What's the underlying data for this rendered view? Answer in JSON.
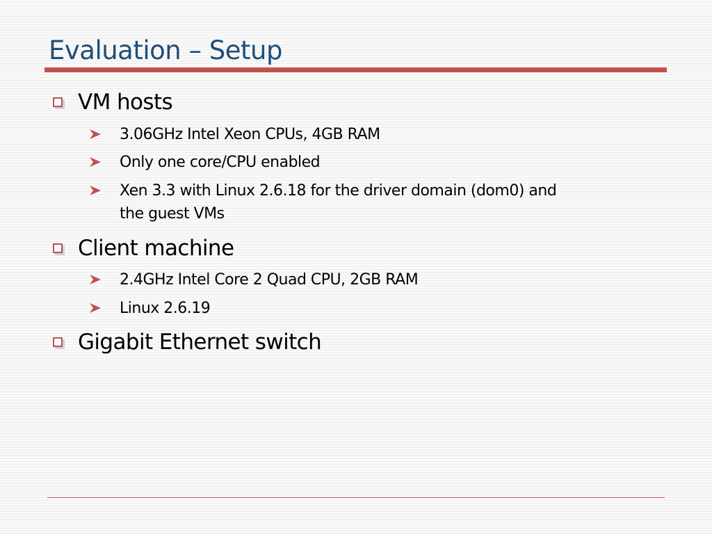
{
  "slide": {
    "title": "Evaluation – Setup",
    "colors": {
      "title": "#1f4e79",
      "accent": "#c0504d",
      "box_bullet": "#b85450",
      "arrow_bullet": "#c0504d"
    },
    "bullets": [
      {
        "text": "VM hosts",
        "icon": "checkbox-square-icon",
        "items": [
          {
            "lines": [
              "3.06GHz Intel Xeon CPUs, 4GB RAM"
            ],
            "icon": "arrow-right-icon"
          },
          {
            "lines": [
              "Only one core/CPU enabled"
            ],
            "icon": "arrow-right-icon"
          },
          {
            "lines": [
              "Xen 3.3 with Linux 2.6.18 for the driver domain (dom0) and",
              "the guest VMs"
            ],
            "icon": "arrow-right-icon"
          }
        ]
      },
      {
        "text": "Client machine",
        "icon": "checkbox-square-icon",
        "items": [
          {
            "lines": [
              "2.4GHz Intel Core 2 Quad CPU, 2GB RAM"
            ],
            "icon": "arrow-right-icon"
          },
          {
            "lines": [
              "Linux 2.6.19"
            ],
            "icon": "arrow-right-icon"
          }
        ]
      },
      {
        "text": "Gigabit Ethernet switch",
        "icon": "checkbox-square-icon",
        "items": []
      }
    ]
  }
}
